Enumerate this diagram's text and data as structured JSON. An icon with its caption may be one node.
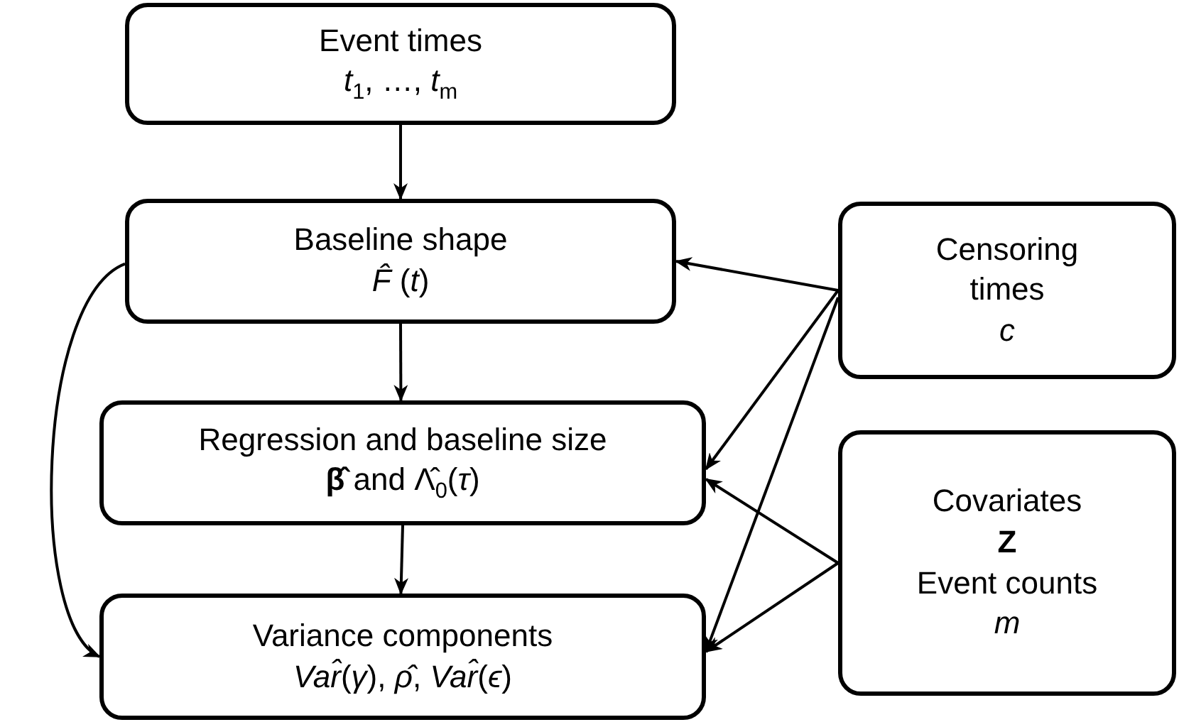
{
  "diagram": {
    "nodes": [
      {
        "text": [
          "Event times",
          "*t*$_{1}$, …, *t*$_{m}$"
        ]
      },
      {
        "text": [
          "Baseline shape",
          "*F̂* (*t*)"
        ]
      },
      {
        "text": [
          "Regression and baseline size",
          "**β̂** and Λ̂$_{0}$(*τ*)"
        ]
      },
      {
        "text": [
          "Variance components",
          "*Var̂*(*γ*), *ρ̂*, *Var̂*(*ϵ*)"
        ]
      },
      {
        "text": [
          "Censoring times",
          "*c*"
        ]
      },
      {
        "text": [
          "Covariates",
          "**Z**",
          "Event counts",
          "*m*"
        ]
      }
    ],
    "edges": [
      {
        "from": 0,
        "to": 1,
        "arrow": "to"
      },
      {
        "from": 1,
        "to": 2,
        "arrow": "to"
      },
      {
        "from": 2,
        "to": 3,
        "arrow": "to"
      },
      {
        "from": 1,
        "to": 3,
        "arrow": "to"
      },
      {
        "from": 4,
        "to": 1,
        "arrow": "to"
      },
      {
        "from": 4,
        "to": 2,
        "arrow": "to"
      },
      {
        "from": 4,
        "to": 3,
        "arrow": "to"
      },
      {
        "from": 5,
        "to": 2,
        "arrow": "to"
      },
      {
        "from": 5,
        "to": 3,
        "arrow": "to"
      }
    ]
  }
}
